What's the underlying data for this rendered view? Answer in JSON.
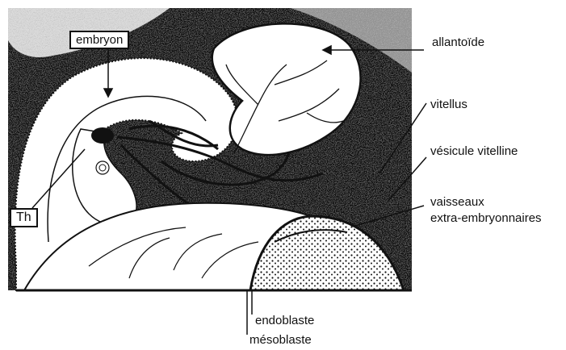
{
  "diagram": {
    "labels": {
      "embryon": "embryon",
      "allantoide": "allantoïde",
      "vitellus": "vitellus",
      "vesicule_vitelline": "vésicule vitelline",
      "vaisseaux_line1": "vaisseaux",
      "vaisseaux_line2": "extra-embryonnaires",
      "th": "Th",
      "endoblaste": "endoblaste",
      "mesoblaste": "mésoblaste"
    },
    "colors": {
      "ink": "#111111",
      "paper": "#ffffff"
    }
  }
}
